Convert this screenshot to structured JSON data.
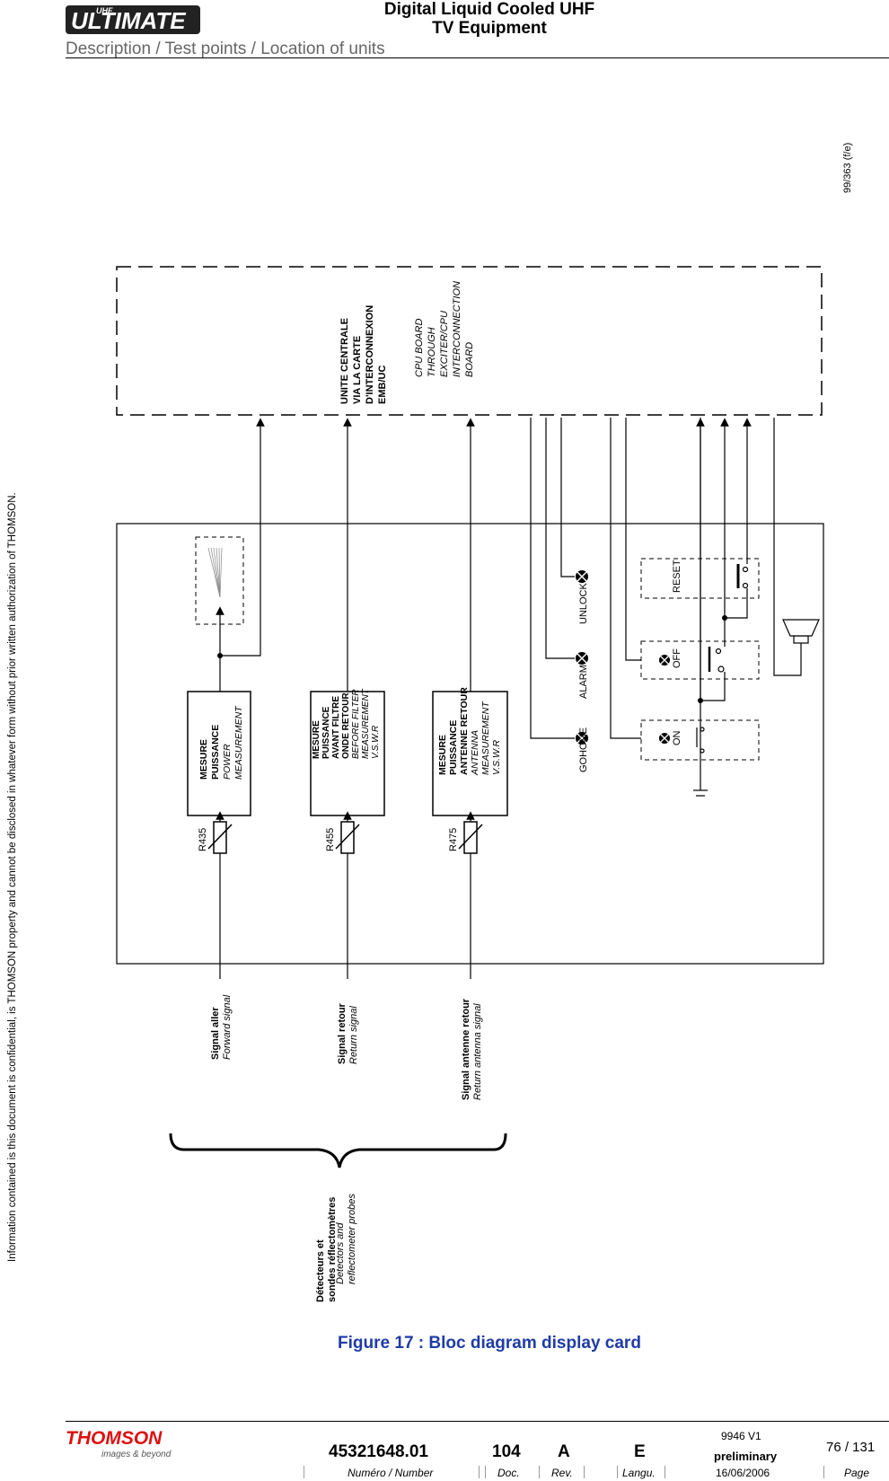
{
  "header": {
    "logo_text": "ULTIMATE",
    "logo_sup": "UHF",
    "title_line1": "Digital Liquid Cooled UHF",
    "title_line2": "TV Equipment",
    "subtitle": "Description / Test points / Location of units"
  },
  "side_note": "Information contained is this document is confidential, is THOMSON property and cannot be disclosed in whatever form without prior written authorization of THOMSON.",
  "diagram": {
    "ref": "99/363 (f/e)",
    "cpu_fr": [
      "UNITE CENTRALE",
      "VIA LA CARTE",
      "D'INTERCONNEXION",
      "EMB/UC"
    ],
    "cpu_en": [
      "CPU BOARD",
      "THROUGH",
      "EXCITER/CPU",
      "INTERCONNECTION",
      "BOARD"
    ],
    "block1": [
      "MESURE",
      "PUISSANCE",
      "POWER",
      "MEASUREMENT"
    ],
    "block2": [
      "MESURE",
      "PUISSANCE",
      "AVANT FILTRE",
      "ONDE RETOUR",
      "BEFORE FILTER",
      "MEASUREMENT",
      "V.S.W.R"
    ],
    "block3": [
      "MESURE",
      "PUISSANCE",
      "ANTENNE RETOUR",
      "ANTENNA",
      "MEASUREMENT",
      "V.S.W.R"
    ],
    "r1": "R435",
    "r2": "R455",
    "r3": "R475",
    "leds": [
      "GOHOME",
      "ALARM",
      "UNLOCK"
    ],
    "switches": [
      "ON",
      "OFF",
      "RESET"
    ],
    "sig1_fr": "Signal aller",
    "sig1_en": "Forward signal",
    "sig2_fr": "Signal retour",
    "sig2_en": "Return signal",
    "sig3_fr": "Signal antenne retour",
    "sig3_en": "Return antenna signal",
    "det_fr": [
      "Détecteurs et",
      "sondes réflectomètres"
    ],
    "det_en": [
      "Detectors and",
      "reflectometer probes"
    ]
  },
  "caption": "Figure 17 : Bloc diagram display card",
  "footer": {
    "company": "THOMSON",
    "tagline": "images & beyond",
    "number": "45321648.01",
    "doc": "104",
    "rev": "A",
    "langu": "E",
    "version": "9946 V1",
    "status": "preliminary",
    "date": "16/06/2006",
    "page": "76 / 131",
    "lbl_number": "Numéro / Number",
    "lbl_doc": "Doc.",
    "lbl_rev": "Rev.",
    "lbl_langu": "Langu.",
    "lbl_page": "Page"
  }
}
